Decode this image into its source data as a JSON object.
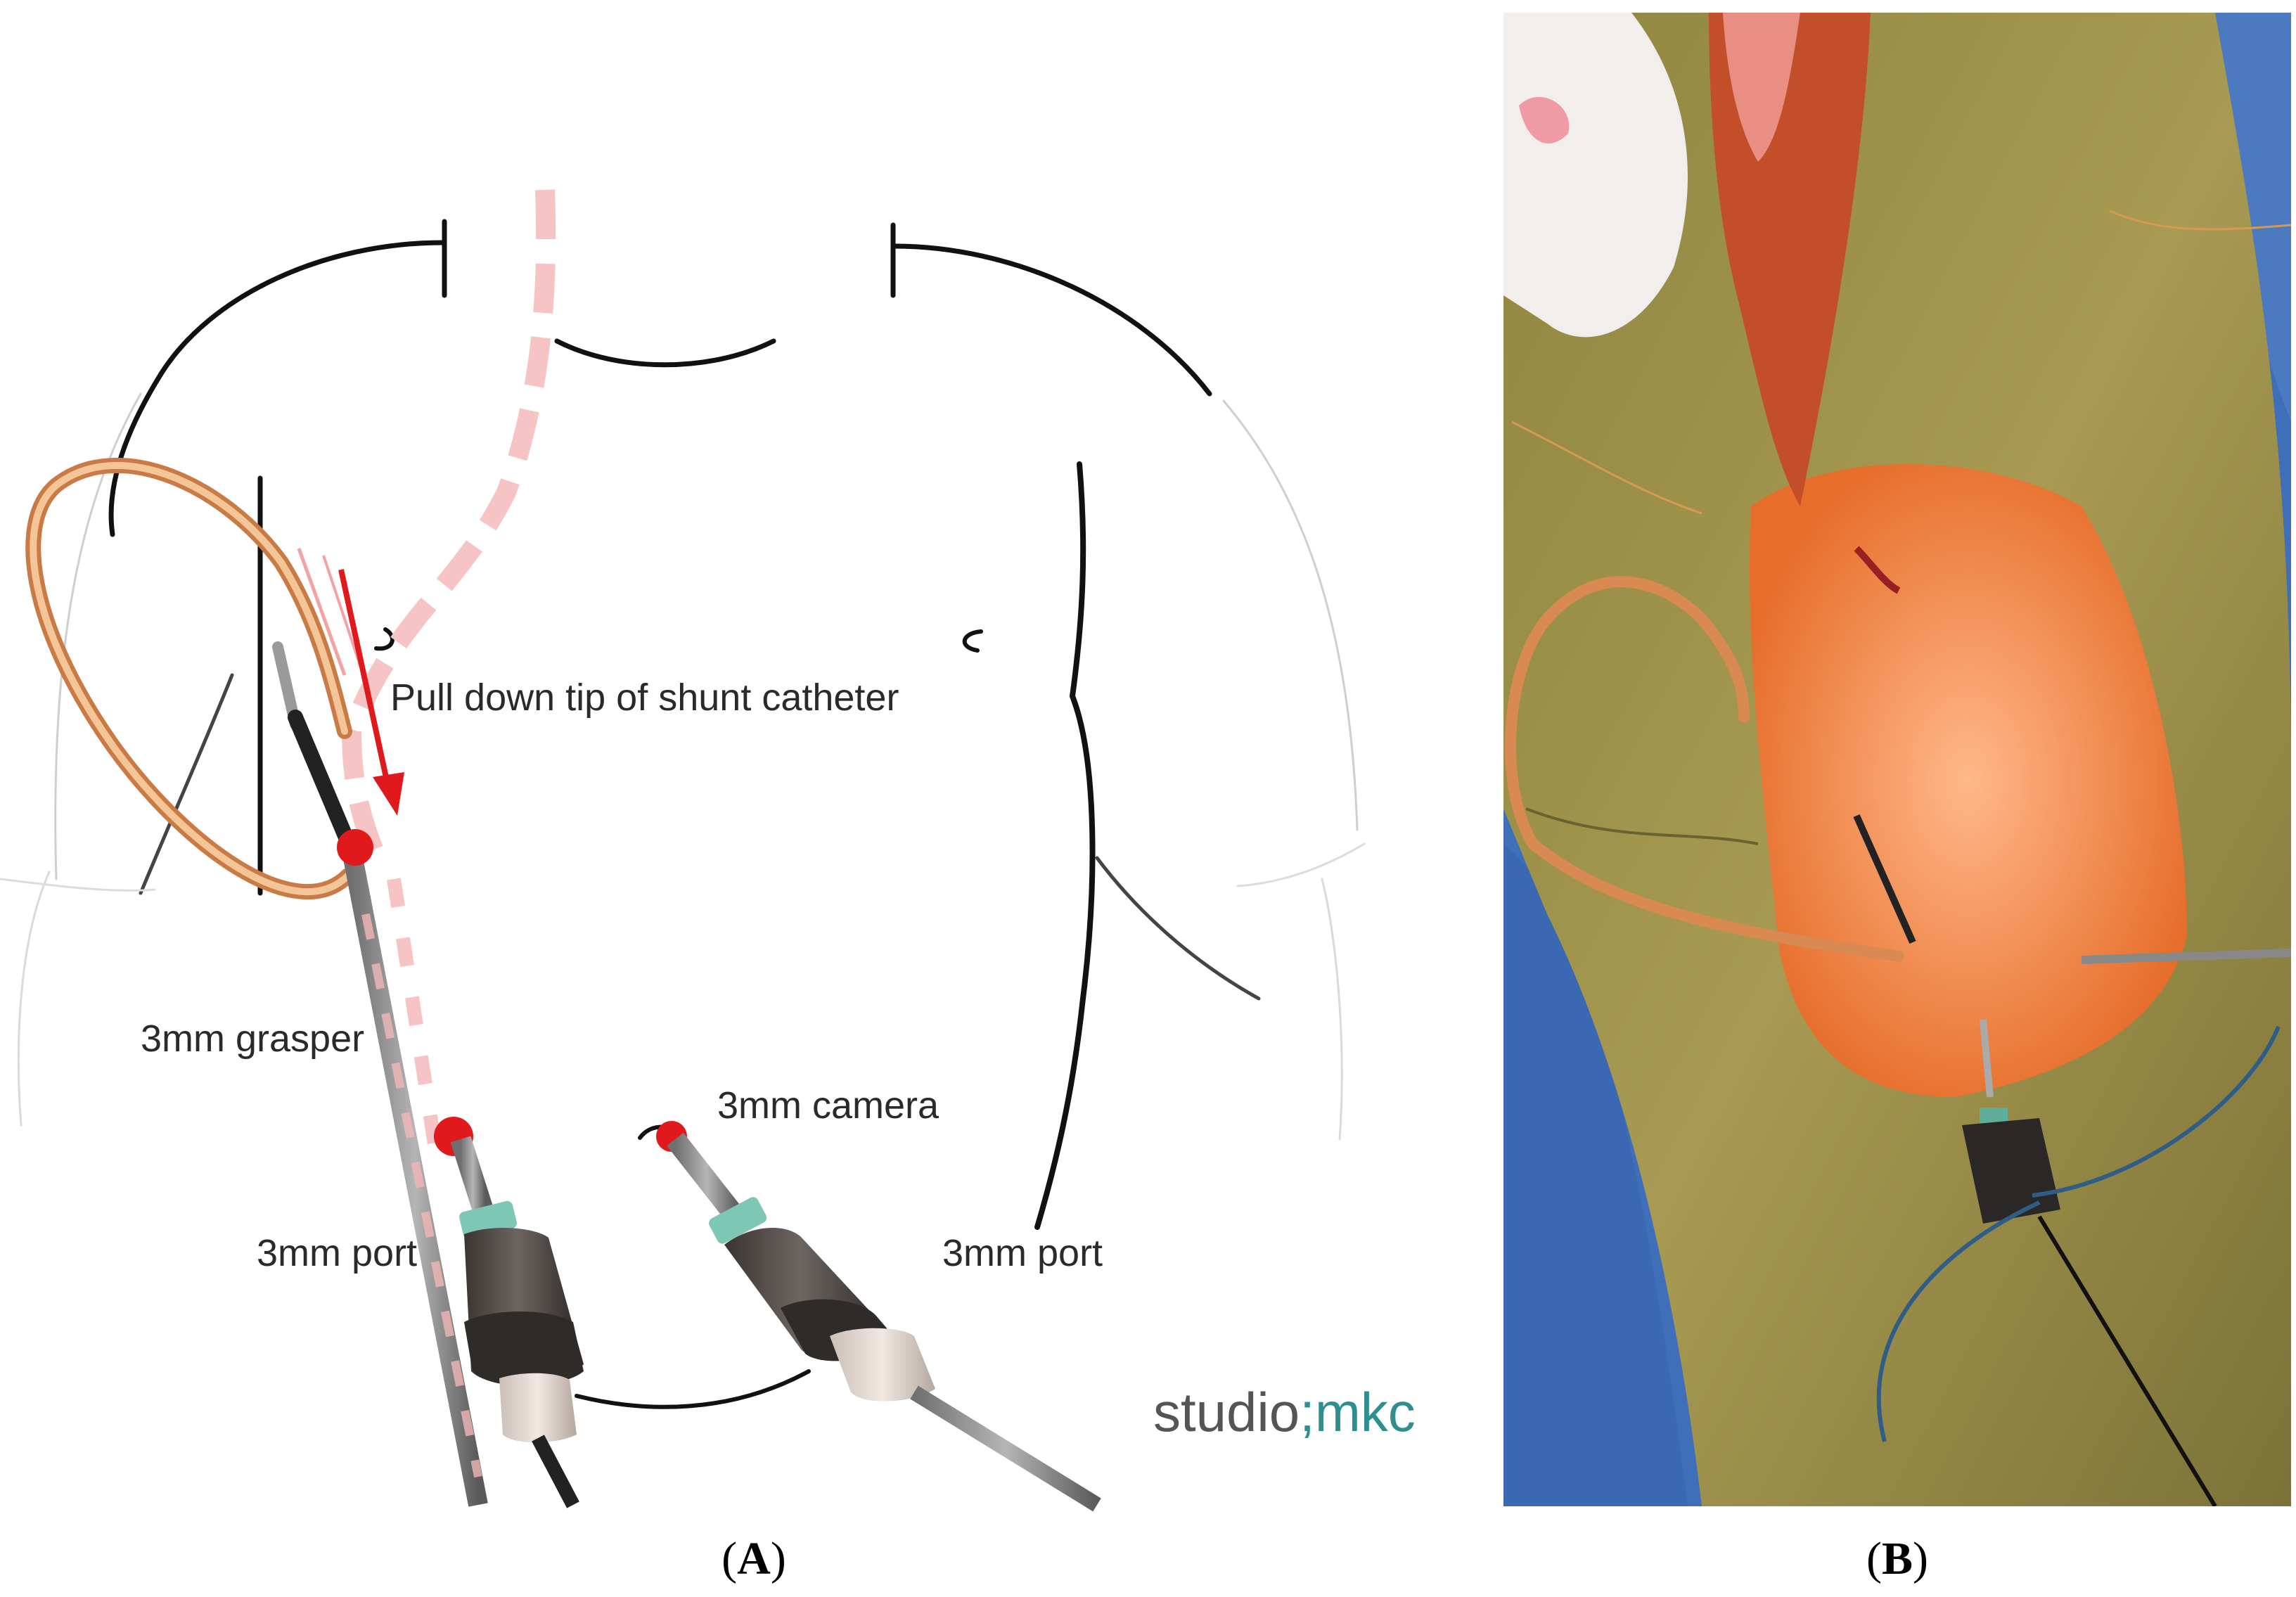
{
  "panel_a": {
    "labels": {
      "pull_down": "Pull down tip of shunt catheter",
      "grasper": "3mm grasper",
      "camera": "3mm camera",
      "port_left": "3mm port",
      "port_right": "3mm port"
    },
    "logo": {
      "prefix": "studio",
      "separator": ";",
      "suffix": "mkc"
    },
    "caption": {
      "open": "(",
      "letter": "A",
      "close": ")"
    }
  },
  "panel_b": {
    "caption": {
      "open": "(",
      "letter": "B",
      "close": ")"
    }
  },
  "colors": {
    "outline": "#111111",
    "catheter": "#e8a46a",
    "arrow": "#e0191d",
    "dashed_path": "#f6c4c4",
    "port_marker": "#e0191d",
    "logo_prefix": "#555555",
    "logo_suffix": "#2f8f8f",
    "port_cap": "#7fc7b5"
  }
}
